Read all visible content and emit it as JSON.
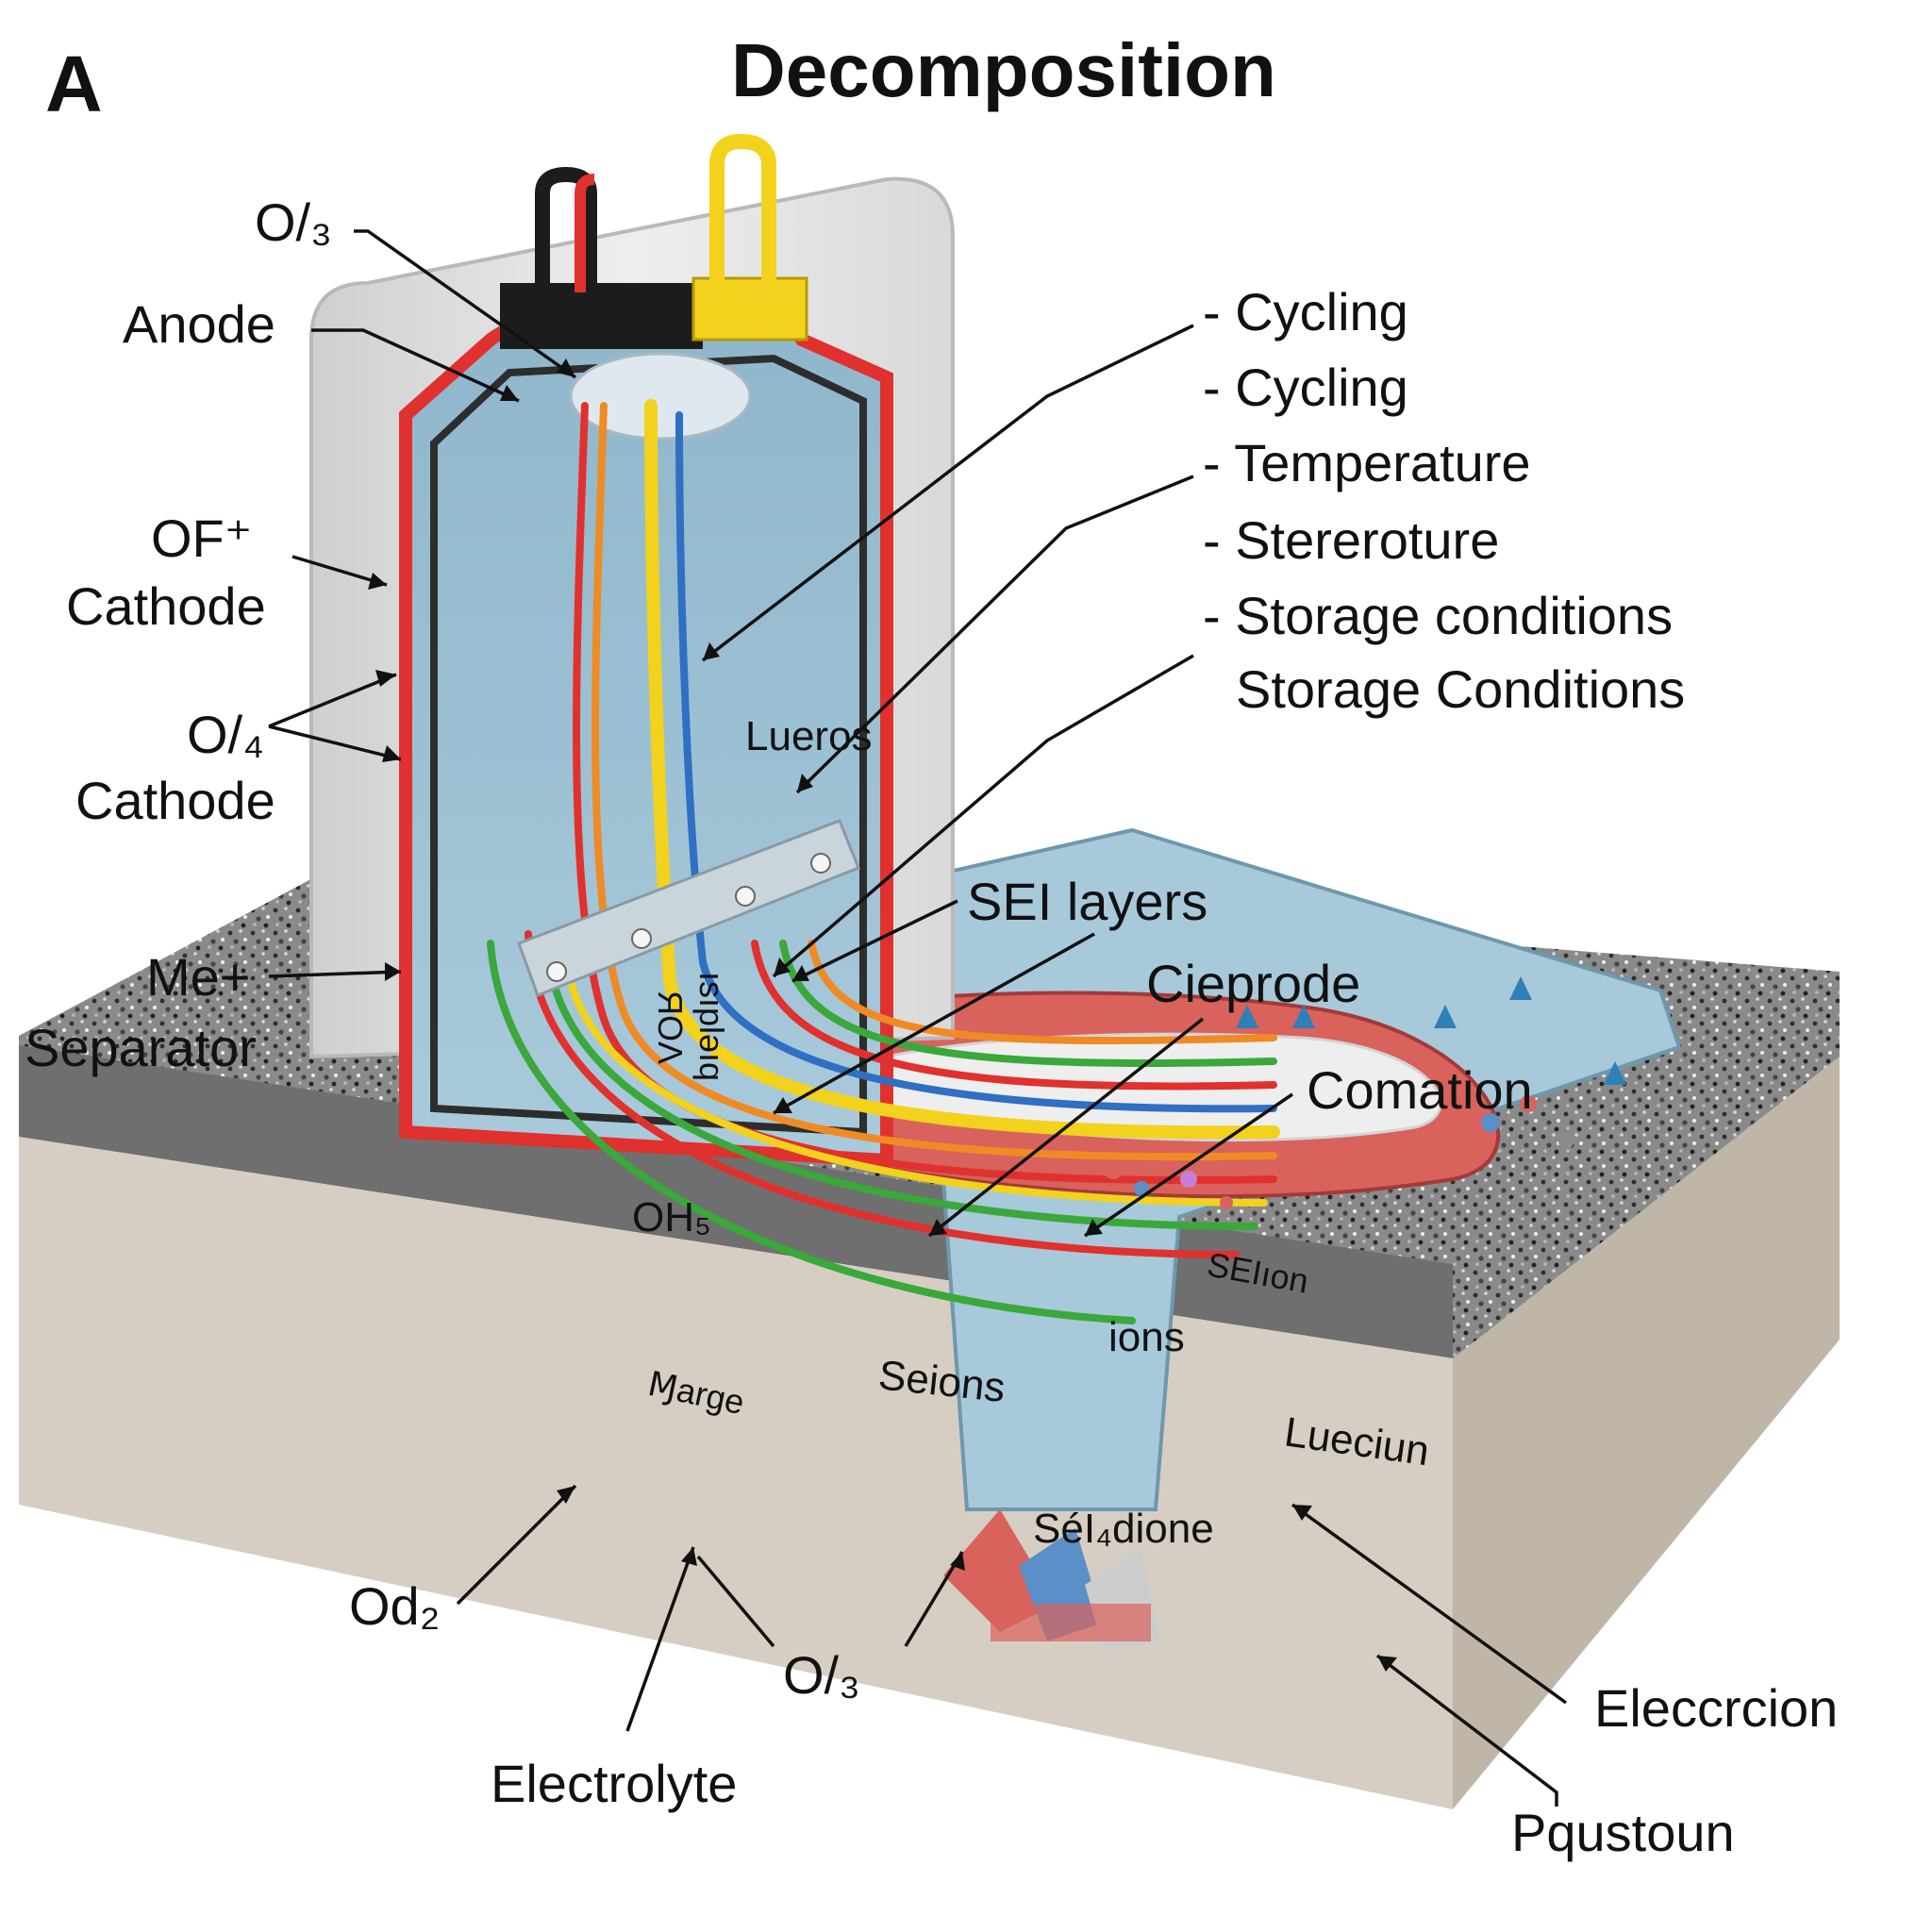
{
  "panel_letter": "A",
  "title": "Decomposition",
  "left_labels": {
    "o3_top": "O/₃",
    "anode": "Anode",
    "of_plus": "OF⁺",
    "cathode_1": "Cathode",
    "o4": "O/₄",
    "cathode_2": "Cathode",
    "me_plus": "Me+",
    "separator": "Separator"
  },
  "factor_list": [
    "- Cycling",
    "- Cycling",
    "- Temperature",
    "- Stereroture",
    "- Storage conditions",
    "Storage Conditions"
  ],
  "right_labels": {
    "sei_layers": "SEI layers",
    "cieprode": "Cieprode",
    "comation": "Comation",
    "eleccrcion": "Eleccrcion",
    "pqustoun": "Pqustoun"
  },
  "bottom_labels": {
    "od2": "Od₂",
    "o3_bottom": "O/₃",
    "electrolyte": "Electrolyte"
  },
  "inner_labels": {
    "lueros": "Lueros",
    "mirrored_1": "ЯОΛ",
    "mirrored_2": "ısıpləıq",
    "oh5": "OH₅",
    "sei_ion": "SEIıon",
    "ions": "ions",
    "seions": "Seions",
    "marge": "Ɱarge",
    "lueciun": "Lueciun",
    "sei_dione": "SéI₄dione"
  },
  "colors": {
    "electrolyte_blue": "#9ec3d6",
    "casing_grey": "#e3e3e3",
    "wire_red": "#e0312e",
    "wire_yellow": "#f2d21c",
    "wire_blue": "#2f6fc4",
    "wire_green": "#3aa83a",
    "wire_orange": "#f08a24",
    "base_beige": "#d6cec2",
    "base_speckle": "#6a6a6a"
  }
}
